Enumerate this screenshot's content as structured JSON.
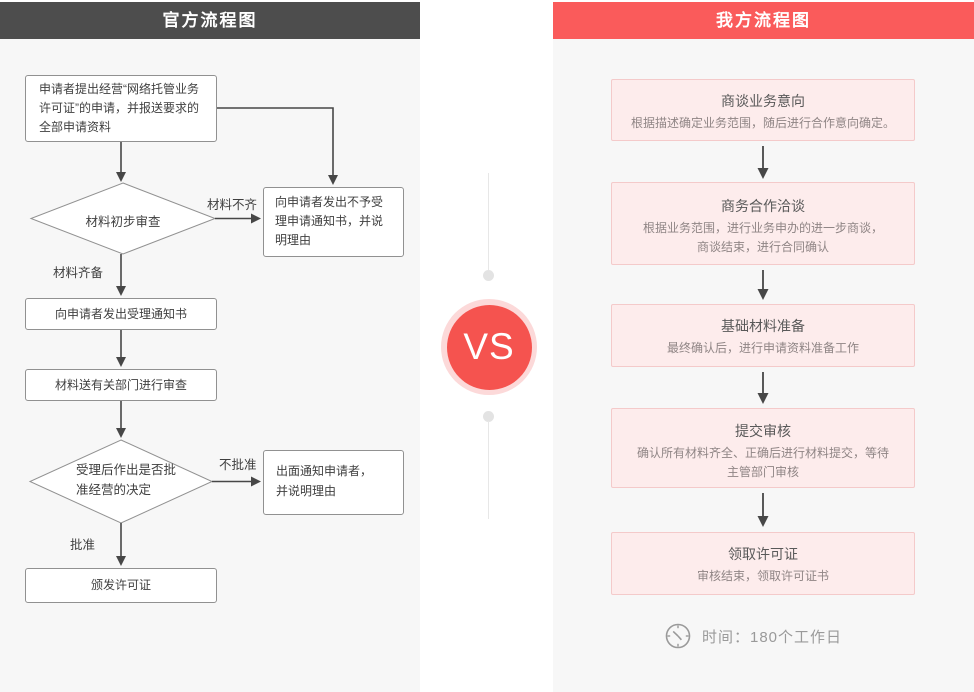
{
  "left": {
    "header": "官方流程图",
    "boxes": {
      "apply": "申请者提出经营“网络托管业务\n许可证”的申请，并报送要求的\n全部申请资料",
      "initial_review": "材料初步审查",
      "reject_notice": "向申请者发出不予受\n理申请通知书，并说\n明理由",
      "accept_notice": "向申请者发出受理通知书",
      "dept_review": "材料送有关部门进行审查",
      "decision": "受理后作出是否批\n准经营的决定",
      "notify_reject": "出面通知申请者，\n并说明理由",
      "issue_license": "颁发许可证"
    },
    "labels": {
      "incomplete": "材料不齐",
      "complete": "材料齐备",
      "not_approved": "不批准",
      "approved": "批准"
    }
  },
  "vs_badge": "VS",
  "right": {
    "header": "我方流程图",
    "steps": [
      {
        "title": "商谈业务意向",
        "desc": "根据描述确定业务范围，随后进行合作意向确定。"
      },
      {
        "title": "商务合作洽谈",
        "desc": "根据业务范围，进行业务申办的进一步商谈，\n商谈结束，进行合同确认"
      },
      {
        "title": "基础材料准备",
        "desc": "最终确认后，进行申请资料准备工作"
      },
      {
        "title": "提交审核",
        "desc": "确认所有材料齐全、正确后进行材料提交，等待\n主管部门审核"
      },
      {
        "title": "领取许可证",
        "desc": "审核结束，领取许可证书"
      }
    ],
    "footer": {
      "icon": "clock-icon",
      "time_label": "时间：180个工作日"
    }
  },
  "colors": {
    "header_dark": "#4d4d4d",
    "header_red": "#fa5b5b",
    "panel_bg": "#f7f7f7",
    "pink_box_bg": "#fdecec",
    "pink_box_border": "#f4caca",
    "vs_circle": "#f5534f",
    "vs_ring": "#fcd9d9",
    "arrow": "#474747"
  }
}
